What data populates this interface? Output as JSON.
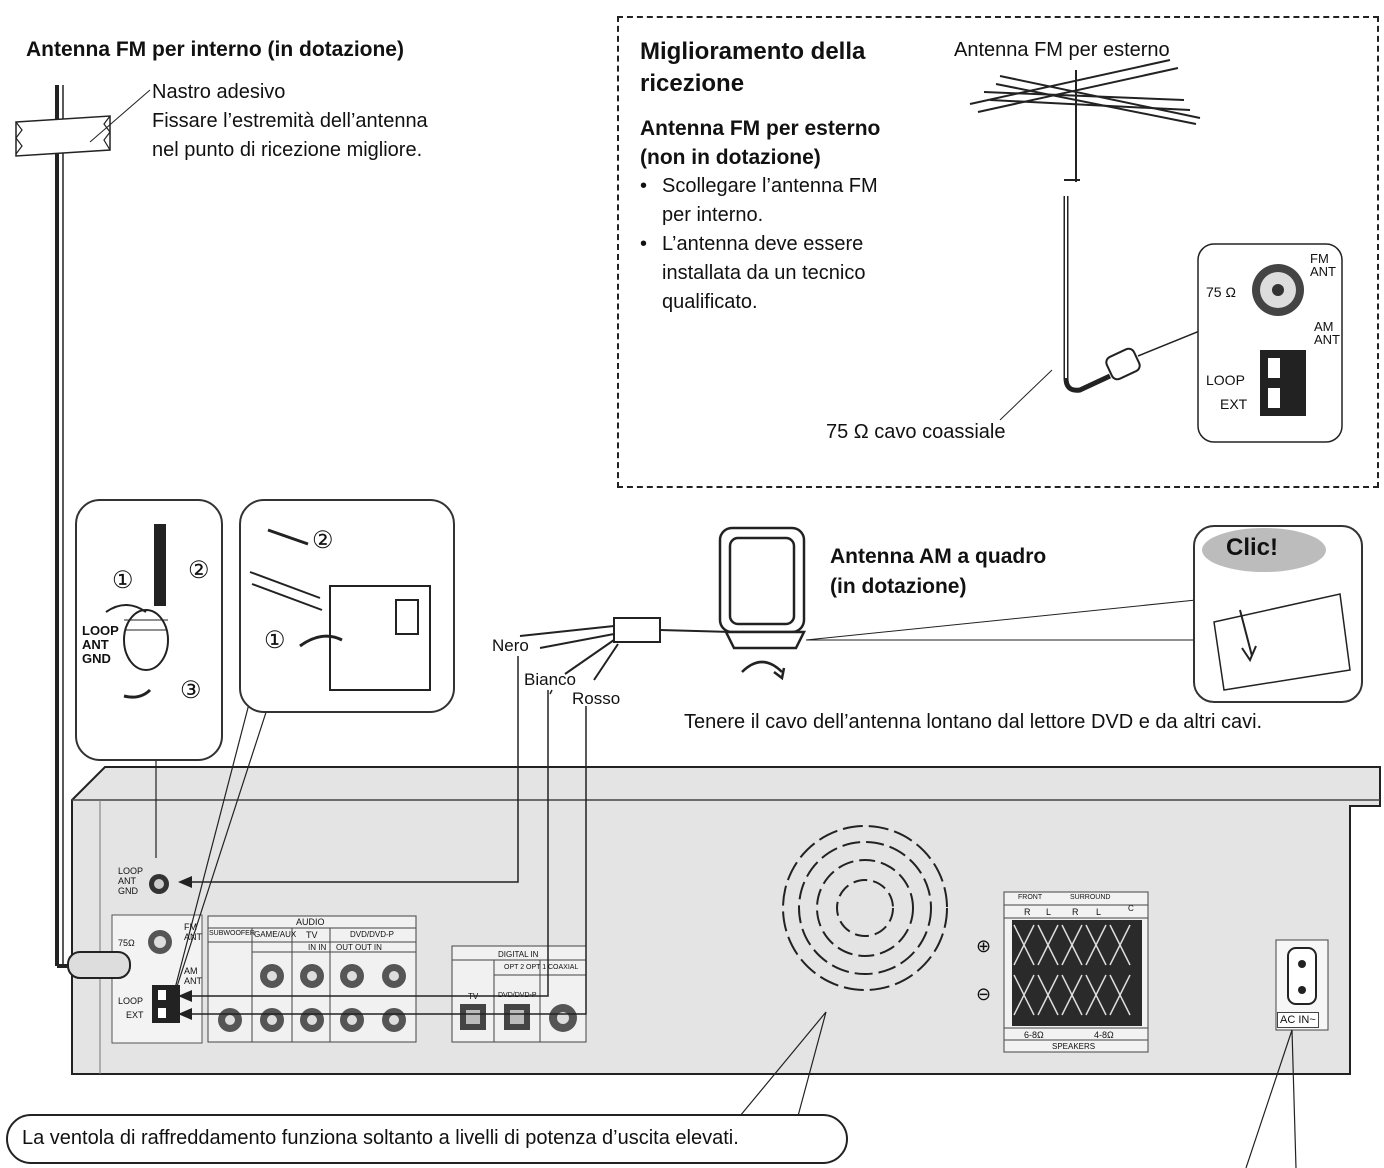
{
  "indoor_fm": {
    "title": "Antenna FM per interno (in dotazione)",
    "tape_label": "Nastro adesivo",
    "tape_note_1": "Fissare l’estremità dell’antenna",
    "tape_note_2": "nel punto di ricezione migliore."
  },
  "reception_box": {
    "title_1": "Miglioramento della",
    "title_2": "ricezione",
    "outdoor_heading_1": "Antenna FM per esterno",
    "outdoor_heading_2": "(non in dotazione)",
    "bullet_1a": "Scollegare l’antenna FM",
    "bullet_1b": "per interno.",
    "bullet_2a": "L’antenna deve essere",
    "bullet_2b": "installata da un tecnico",
    "bullet_2c": "qualificato.",
    "outdoor_label": "Antenna FM per esterno",
    "coax_label": "75 Ω cavo coassiale",
    "panel": {
      "ohm": "75 Ω",
      "fm_ant_1": "FM",
      "fm_ant_2": "ANT",
      "am_ant_1": "AM",
      "am_ant_2": "ANT",
      "loop": "LOOP",
      "ext": "EXT"
    }
  },
  "steps": {
    "n1": "①",
    "n2": "②",
    "n3": "③",
    "knob_label_1": "LOOP",
    "knob_label_2": "ANT",
    "knob_label_3": "GND"
  },
  "am_loop": {
    "title_1": "Antenna AM a quadro",
    "title_2": "(in dotazione)",
    "wire_black": "Nero",
    "wire_white": "Bianco",
    "wire_red": "Rosso",
    "click": "Clic!",
    "keep_away": "Tenere il cavo dell’antenna lontano dal lettore DVD e da altri cavi."
  },
  "rear_panel": {
    "loop_ant_gnd_1": "LOOP",
    "loop_ant_gnd_2": "ANT",
    "loop_ant_gnd_3": "GND",
    "ohm": "75Ω",
    "fm": "FM",
    "ant": "ANT",
    "am": "AM",
    "loop": "LOOP",
    "ext": "EXT",
    "audio": "AUDIO",
    "subwoofer": "SUBWOOFER",
    "game_aux": "GAME/AUX",
    "tv": "TV",
    "dvd": "DVD/DVD-P",
    "in_in": "IN IN",
    "out_out_in": "OUT OUT IN",
    "digital_in": "DIGITAL IN",
    "opt": "OPT 2  OPT 1",
    "coaxial": "COAXIAL",
    "tv2": "TV",
    "dvd2": "DVD/DVD-P",
    "front": "FRONT",
    "surround": "SURROUND",
    "c": "C",
    "r1": "R",
    "l1": "L",
    "r2": "R",
    "l2": "L",
    "ohm_a": "6-8Ω",
    "ohm_b": "4-8Ω",
    "speakers": "SPEAKERS",
    "plus": "⊕",
    "minus": "⊖",
    "ac_in": "AC IN~"
  },
  "fan_note": "La ventola di raffreddamento funziona soltanto a livelli di potenza d’uscita elevati."
}
